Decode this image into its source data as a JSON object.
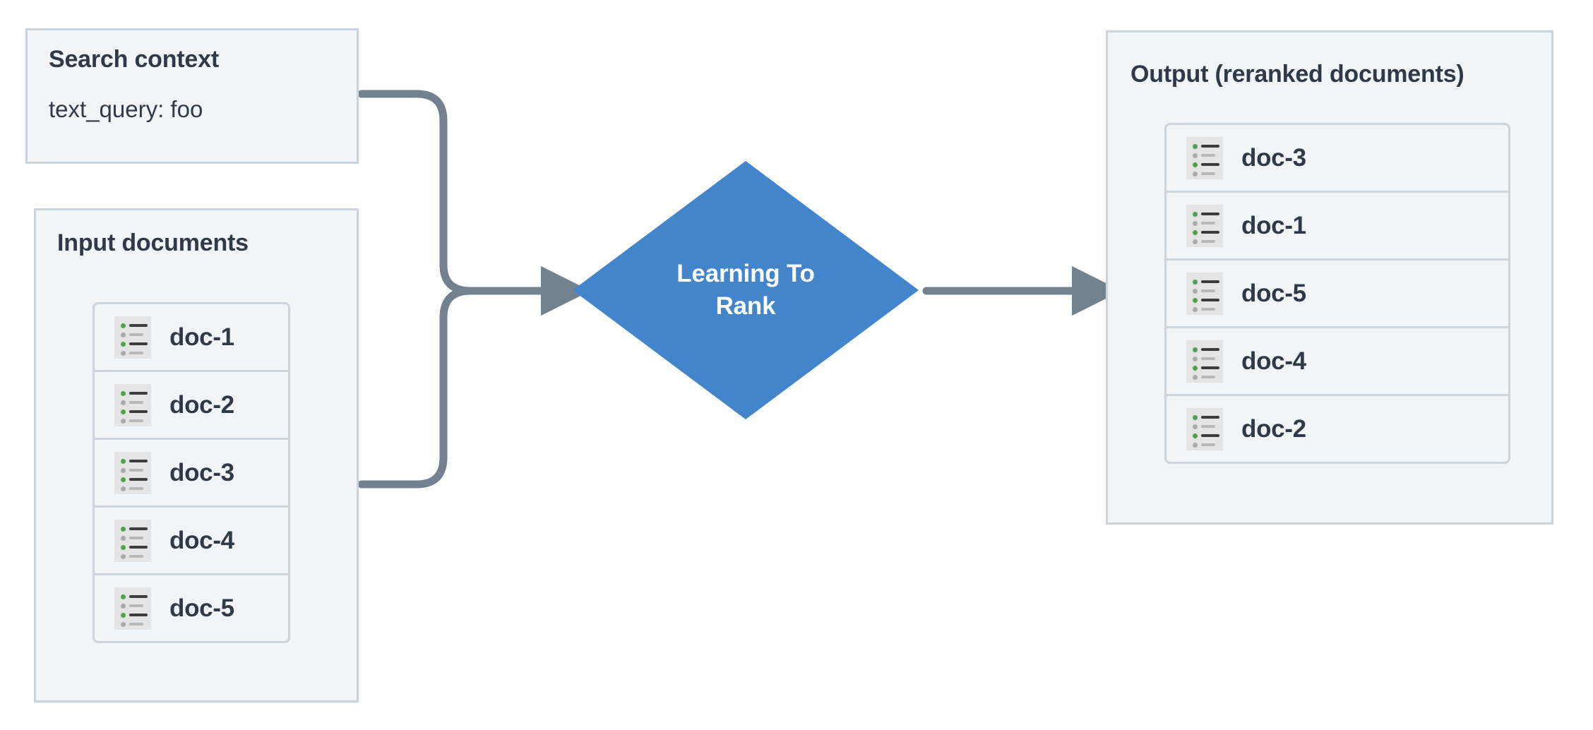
{
  "diagram": {
    "title": "Learning To Rank reranking flow",
    "colors": {
      "panel_fill": "#f2f5f8",
      "panel_border": "#c9d4de",
      "text": "#2e3a47",
      "node_blue": "#4285ca",
      "node_text": "#ffffff",
      "connector": "#73808f",
      "icon_bg": "#e4e4e4",
      "icon_bullet_green": "#4ba64b",
      "icon_bullet_gray": "#aaaaaa",
      "icon_bar_dark": "#3c3c3c",
      "icon_bar_light": "#b7b7b7"
    }
  },
  "search_context": {
    "title": "Search context",
    "query_line": "text_query: foo"
  },
  "input_documents": {
    "title": "Input documents",
    "items": [
      {
        "label": "doc-1",
        "icon": "document-list-icon"
      },
      {
        "label": "doc-2",
        "icon": "document-list-icon"
      },
      {
        "label": "doc-3",
        "icon": "document-list-icon"
      },
      {
        "label": "doc-4",
        "icon": "document-list-icon"
      },
      {
        "label": "doc-5",
        "icon": "document-list-icon"
      }
    ]
  },
  "process_node": {
    "line1": "Learning To",
    "line2": "Rank",
    "shape": "diamond"
  },
  "output_documents": {
    "title": "Output (reranked documents)",
    "items": [
      {
        "label": "doc-3",
        "icon": "document-list-icon"
      },
      {
        "label": "doc-1",
        "icon": "document-list-icon"
      },
      {
        "label": "doc-5",
        "icon": "document-list-icon"
      },
      {
        "label": "doc-4",
        "icon": "document-list-icon"
      },
      {
        "label": "doc-2",
        "icon": "document-list-icon"
      }
    ]
  },
  "connectors": [
    {
      "name": "search-context-to-ltr",
      "from": "search_context",
      "to": "process_node",
      "style": "elbow-arrow"
    },
    {
      "name": "input-documents-to-ltr",
      "from": "input_documents",
      "to": "process_node",
      "style": "elbow-arrow"
    },
    {
      "name": "ltr-to-output",
      "from": "process_node",
      "to": "output_documents",
      "style": "straight-arrow"
    }
  ]
}
